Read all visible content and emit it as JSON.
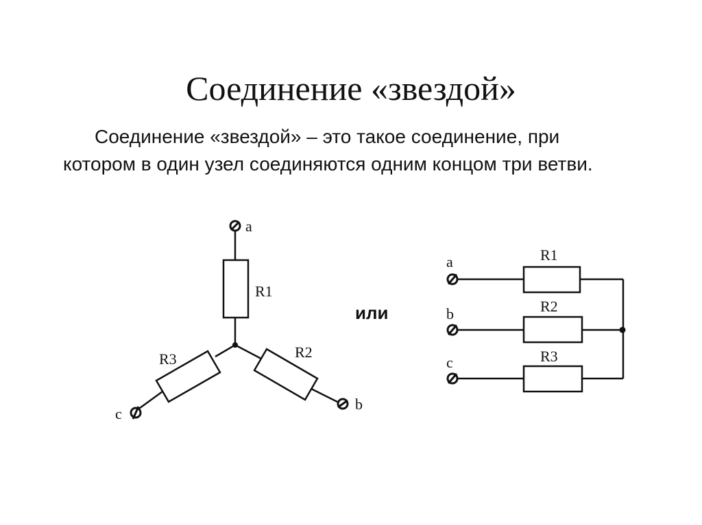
{
  "title": "Соединение «звездой»",
  "description": {
    "line1": "Соединение «звездой» – это такое соединение, при",
    "line2": "котором в один узел соединяются одним концом три ветви."
  },
  "or_label": "или",
  "star": {
    "terminals": {
      "a": "a",
      "b": "b",
      "c": "c"
    },
    "resistors": {
      "r1": "R1",
      "r2": "R2",
      "r3": "R3"
    }
  },
  "parallel": {
    "terminals": {
      "a": "a",
      "b": "b",
      "c": "c"
    },
    "resistors": {
      "r1": "R1",
      "r2": "R2",
      "r3": "R3"
    }
  }
}
